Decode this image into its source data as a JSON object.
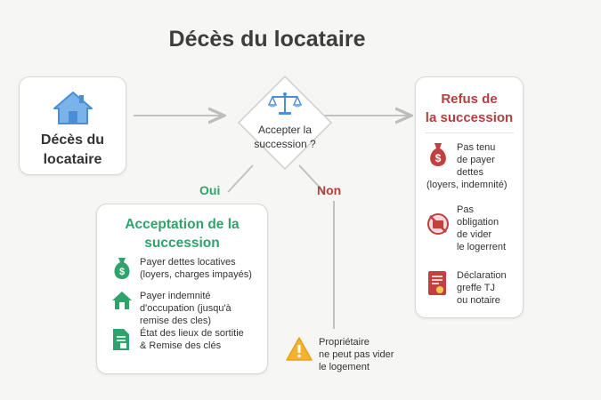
{
  "title": "Décès du locataire",
  "start": {
    "label_line1": "Décès du",
    "label_line2": "locataire"
  },
  "decision": {
    "line1": "Accepter la",
    "line2": "succession ?"
  },
  "branches": {
    "yes": "Oui",
    "no": "Non"
  },
  "acceptance": {
    "title_line1": "Acceptation de la",
    "title_line2": "succession",
    "items": [
      {
        "icon": "money-bag-icon",
        "lines": [
          "Payer dettes locatives",
          "(loyers, charges impayés)"
        ]
      },
      {
        "icon": "house-icon",
        "lines": [
          "Payer indemnité",
          "d'occupation (jusqu'à",
          "remise des cles)"
        ]
      },
      {
        "icon": "document-icon",
        "lines": [
          "État des lieux de sortitie",
          "& Remise des clés"
        ]
      }
    ]
  },
  "refusal": {
    "title_line1": "Refus de",
    "title_line2": "la succession",
    "items": [
      {
        "icon": "money-bag-icon",
        "lines": [
          "Pas tenu",
          "de payer",
          "dettes",
          "(loyers, indemnité)"
        ]
      },
      {
        "icon": "no-cleaning-icon",
        "lines": [
          "Pas",
          "obligation",
          "de vider",
          "le logerrent"
        ]
      },
      {
        "icon": "certificate-icon",
        "lines": [
          "Déclaration",
          "greffe TJ",
          "ou notaire"
        ]
      }
    ]
  },
  "warning": {
    "icon": "warning-icon",
    "lines": [
      "Propriétaire",
      "ne peut pas vider",
      "le logement"
    ]
  },
  "colors": {
    "accept": "#2fa36b",
    "refuse": "#b53e3e",
    "house": "#4a8fd6",
    "arrow": "#bdbdbd"
  }
}
